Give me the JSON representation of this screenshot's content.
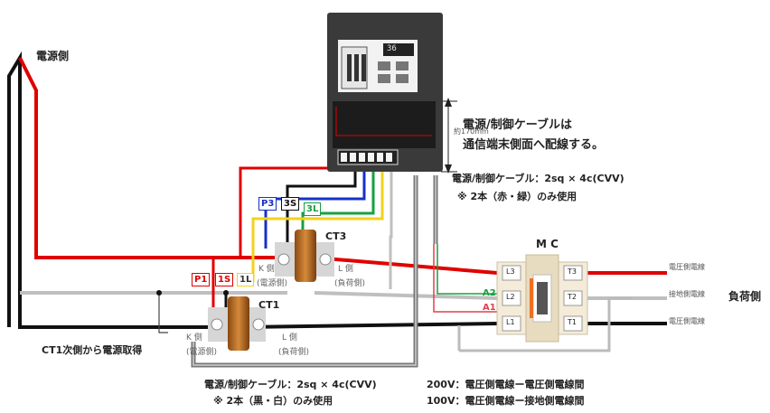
{
  "labels": {
    "source_side": "電源側",
    "load_side": "負荷側",
    "ct3": "CT3",
    "ct1": "CT1",
    "mc": "M C",
    "k_side": "K 側",
    "l_side": "L 側",
    "source_paren": "(電源側)",
    "load_paren": "(負荷側)",
    "approx": "約170mm",
    "cable_note_line1": "電源/制御ケーブルは",
    "cable_note_line2": "通信端末側面へ配線する。",
    "cable_upper_spec": "電源/制御ケーブル：2sq × 4c(CVV)",
    "cable_upper_use": "※ 2本（赤・緑）のみ使用",
    "cable_lower_spec": "電源/制御ケーブル：2sq × 4c(CVV)",
    "cable_lower_use": "※ 2本（黒・白）のみ使用",
    "ct1_power": "CT1次側から電源取得",
    "v200": "200V：電圧側電線ー電圧側電線間",
    "v100": "100V：電圧側電線ー接地側電線間",
    "right_top": "電圧側電線",
    "right_mid": "接地側電線",
    "right_bot": "電圧側電線",
    "a1": "A1",
    "a2": "A2",
    "l1": "L1",
    "l2": "L2",
    "l3": "L3",
    "t1": "T1",
    "t2": "T2",
    "t3": "T3",
    "display": "36"
  },
  "terminal_tags": {
    "p3": "P3",
    "s3": "3S",
    "l3": "3L",
    "p1": "P1",
    "s1": "1S",
    "l1": "1L"
  },
  "colors": {
    "red": "#e00000",
    "black": "#111111",
    "blue": "#1530c8",
    "green": "#18a040",
    "yellow": "#f2d21a",
    "white_wire": "#bfbfbf",
    "device": "#3a3a3a",
    "ct_core": "#b86a1e"
  }
}
